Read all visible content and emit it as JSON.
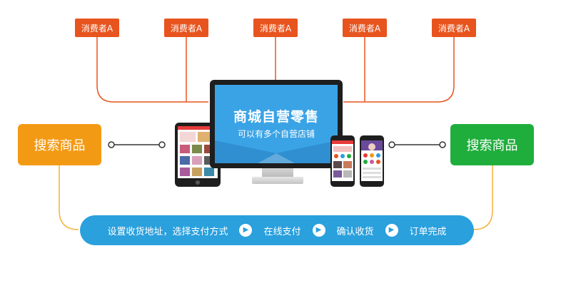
{
  "consumers": [
    "消费者A",
    "消费者A",
    "消费者A",
    "消费者A",
    "消费者A"
  ],
  "left_box": "搜索商品",
  "right_box": "搜索商品",
  "monitor": {
    "title": "商城自营零售",
    "subtitle": "可以有多个自营店铺"
  },
  "flow": {
    "steps": [
      "设置收货地址，选择支付方式",
      "在线支付",
      "确认收货",
      "订单完成"
    ]
  },
  "colors": {
    "consumer": "#e8541e",
    "left_box": "#f39a14",
    "right_box": "#1fae3c",
    "flow_bar": "#2aa0dd",
    "monitor_screen": "#3aa3e6"
  }
}
